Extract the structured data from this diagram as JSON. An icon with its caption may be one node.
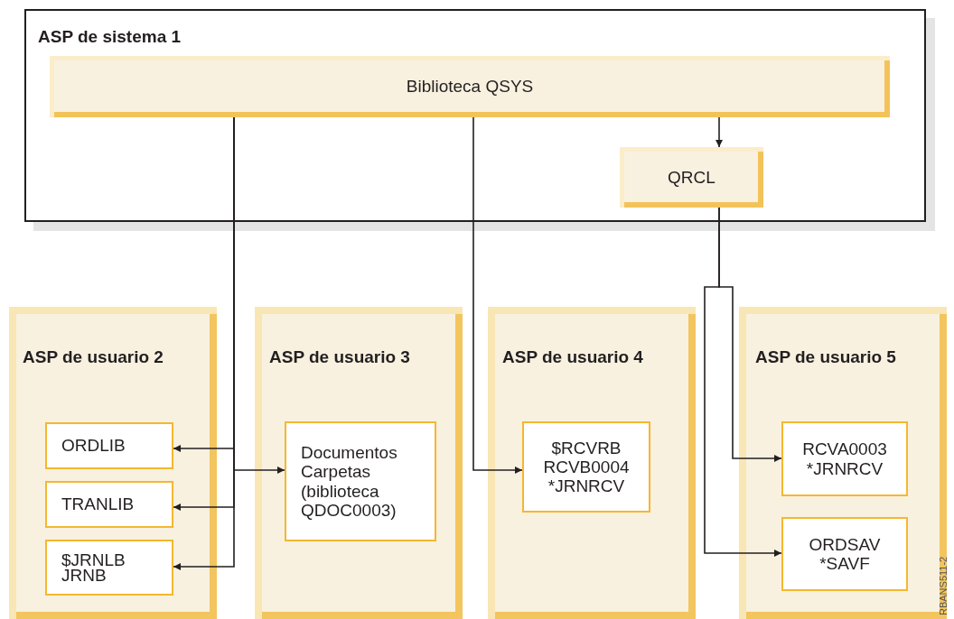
{
  "diagram": {
    "nodes": [
      {
        "text": [
          "ASP de sistema 1"
        ]
      },
      {
        "text": [
          "Biblioteca QSYS"
        ],
        "in": 0
      },
      {
        "text": [
          "QRCL"
        ],
        "in": 0
      },
      {
        "text": [
          "ASP de usuario 2"
        ]
      },
      {
        "text": [
          "ORDLIB"
        ],
        "in": 3
      },
      {
        "text": [
          "TRANLIB"
        ],
        "in": 3
      },
      {
        "text": [
          "$JRNLB JRNB"
        ],
        "in": 3
      },
      {
        "text": [
          "ASP de usuario 3"
        ]
      },
      {
        "text": [
          "Documentos Carpetas (biblioteca QDOC0003)"
        ],
        "in": 7
      },
      {
        "text": [
          "ASP de usuario 4"
        ]
      },
      {
        "text": [
          "$RCVRB RCVB0004 *JRNRCV"
        ],
        "in": 9
      },
      {
        "text": [
          "ASP de usuario 5"
        ]
      },
      {
        "text": [
          "RCVA0003 *JRNRCV"
        ],
        "in": 11
      },
      {
        "text": [
          "ORDSAV *SAVF"
        ],
        "in": 11
      }
    ],
    "edges": [
      {
        "from": 1,
        "to": 2,
        "arrow": "to"
      },
      {
        "from": 1,
        "to": 4,
        "arrow": "to"
      },
      {
        "from": 1,
        "to": 5,
        "arrow": "to"
      },
      {
        "from": 1,
        "to": 6,
        "arrow": "to"
      },
      {
        "from": 1,
        "to": 8,
        "arrow": "to"
      },
      {
        "from": 1,
        "to": 10,
        "arrow": "to"
      },
      {
        "from": 2,
        "to": 12,
        "arrow": "to"
      },
      {
        "from": 2,
        "to": 13,
        "arrow": "to"
      }
    ],
    "labels": [
      "RBANS511-2"
    ]
  }
}
